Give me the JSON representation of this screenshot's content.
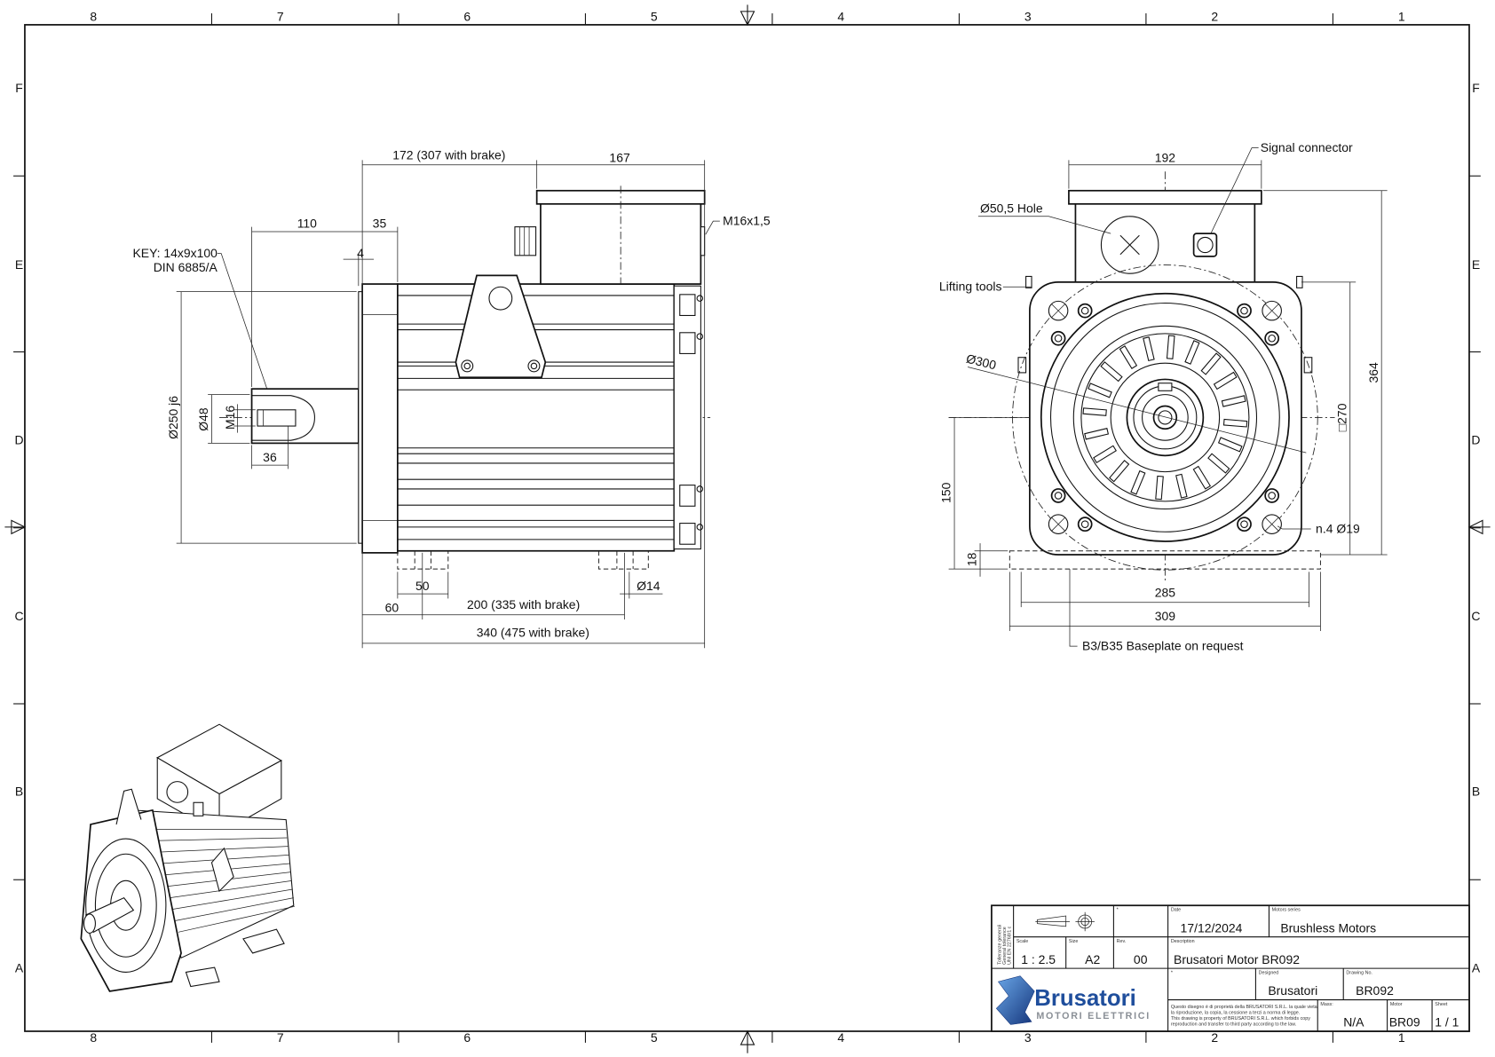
{
  "frame": {
    "columns": [
      "8",
      "7",
      "6",
      "5",
      "4",
      "3",
      "2",
      "1"
    ],
    "rows": [
      "F",
      "E",
      "D",
      "C",
      "B",
      "A"
    ]
  },
  "side_view": {
    "dim_box_position": "172 (307 with brake)",
    "dim_box_width": "167",
    "dim_shaft_length": "110",
    "dim_flange": "35",
    "dim_spigot": "4",
    "key_line1": "KEY: 14x9x100",
    "key_line2": "DIN 6885/A",
    "dim_spigot_dia": "Ø250 j6",
    "dim_shaft_dia": "Ø48",
    "dim_thread": "M16",
    "dim_thread_depth": "36",
    "dim_gland": "M16x1,5",
    "dim_foot_width": "50",
    "dim_foot_hole": "Ø14",
    "dim_foot_offset": "60",
    "dim_foot_spacing": "200 (335 with brake)",
    "dim_total_length": "340 (475 with brake)"
  },
  "front_view": {
    "dim_box_width": "192",
    "signal_connector": "Signal connector",
    "hole_label": "Ø50,5 Hole",
    "lifting_tools": "Lifting tools",
    "dim_bolt_circle": "Ø300",
    "dim_height": "364",
    "dim_square": "□270",
    "dim_shaft_height": "150",
    "dim_base_thickness": "18",
    "dim_holes": "n.4 Ø19",
    "dim_base_holes": "285",
    "dim_base_width": "309",
    "baseplate_note": "B3/B35 Baseplate on request"
  },
  "title_block": {
    "tolerance": [
      "Tolleranze generali",
      "General tolerance",
      "UNI EN 22768/1 c"
    ],
    "star1": "*",
    "date_label": "Date",
    "date": "17/12/2024",
    "series_label": "Motors series",
    "series": "Brushless Motors",
    "scale_label": "Scale",
    "scale": "1 : 2.5",
    "size_label": "Size",
    "size": "A2",
    "rev_label": "Rev.",
    "rev": "00",
    "description_label": "Description",
    "description": "Brusatori Motor BR092",
    "star2": "*",
    "designed_label": "Designed",
    "designed": "Brusatori",
    "drawing_no_label": "Drawing No.",
    "drawing_no": "BR092",
    "notice": [
      "Questo disegno è di proprietà della BRUSATORI S.R.L. la quale vieta",
      "la riproduzione, la copia, la cessione a terzi a norma di legge.",
      "This drawing is property of BRUSATORI S.R.L. which forbids copy",
      "reproduction and transfer to third party according to the law."
    ],
    "mass_label": "Mass:",
    "mass": "N/A",
    "motor_label": "Motor",
    "motor": "BR09",
    "sheet_label": "Sheet",
    "sheet": "1 / 1",
    "logo_name": "Brusatori",
    "logo_tagline": "MOTORI ELETTRICI"
  },
  "colors": {
    "logo_blue": "#1f4e9c",
    "logo_grey": "#8a8f96"
  }
}
